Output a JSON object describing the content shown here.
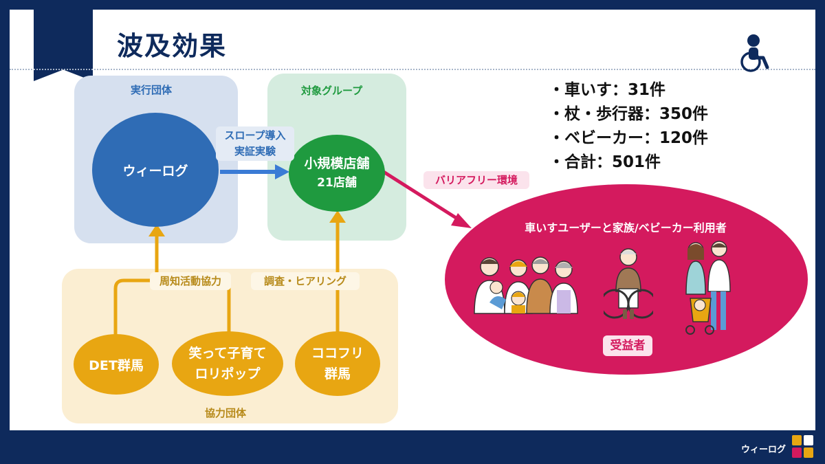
{
  "slide_title": "波及効果",
  "panels": {
    "executor": {
      "label": "実行団体",
      "color": "#d6e0ef"
    },
    "target": {
      "label": "対象グループ",
      "color": "#d5ecdf"
    },
    "partners": {
      "label": "協力団体",
      "color": "#fbeed2"
    }
  },
  "nodes": {
    "wiilog": {
      "label": "ウィーログ",
      "color": "#2f6cb5"
    },
    "stores": {
      "label_line1": "小規模店舗",
      "label_line2": "21店舗",
      "color": "#1f9a3f"
    },
    "det": {
      "label": "DET群馬",
      "color": "#e8a612"
    },
    "lollipop": {
      "label_line1": "笑って子育て",
      "label_line2": "ロリポップ",
      "color": "#e8a612"
    },
    "cocofuri": {
      "label_line1": "ココフリ",
      "label_line2": "群馬",
      "color": "#e8a612"
    }
  },
  "edge_labels": {
    "slope_line1": "スロープ導入",
    "slope_line2": "実証実験",
    "publicity": "周知活動協力",
    "survey": "調査・ヒアリング",
    "barrier_free": "バリアフリー環境"
  },
  "beneficiaries": {
    "heading": "車いすユーザーと家族/ベビーカー利用者",
    "badge": "受益者",
    "color": "#d41a5e"
  },
  "stats": [
    "・車いす：31件",
    "・杖・歩行器：350件",
    "・ベビーカー：120件",
    "・合計：501件"
  ],
  "footer": {
    "brand": "ウィーログ"
  },
  "icons": [
    "wheelchair-icon",
    "family-illustration",
    "elderly-wheelchair-illustration",
    "stroller-family-illustration",
    "wiilog-logo"
  ]
}
